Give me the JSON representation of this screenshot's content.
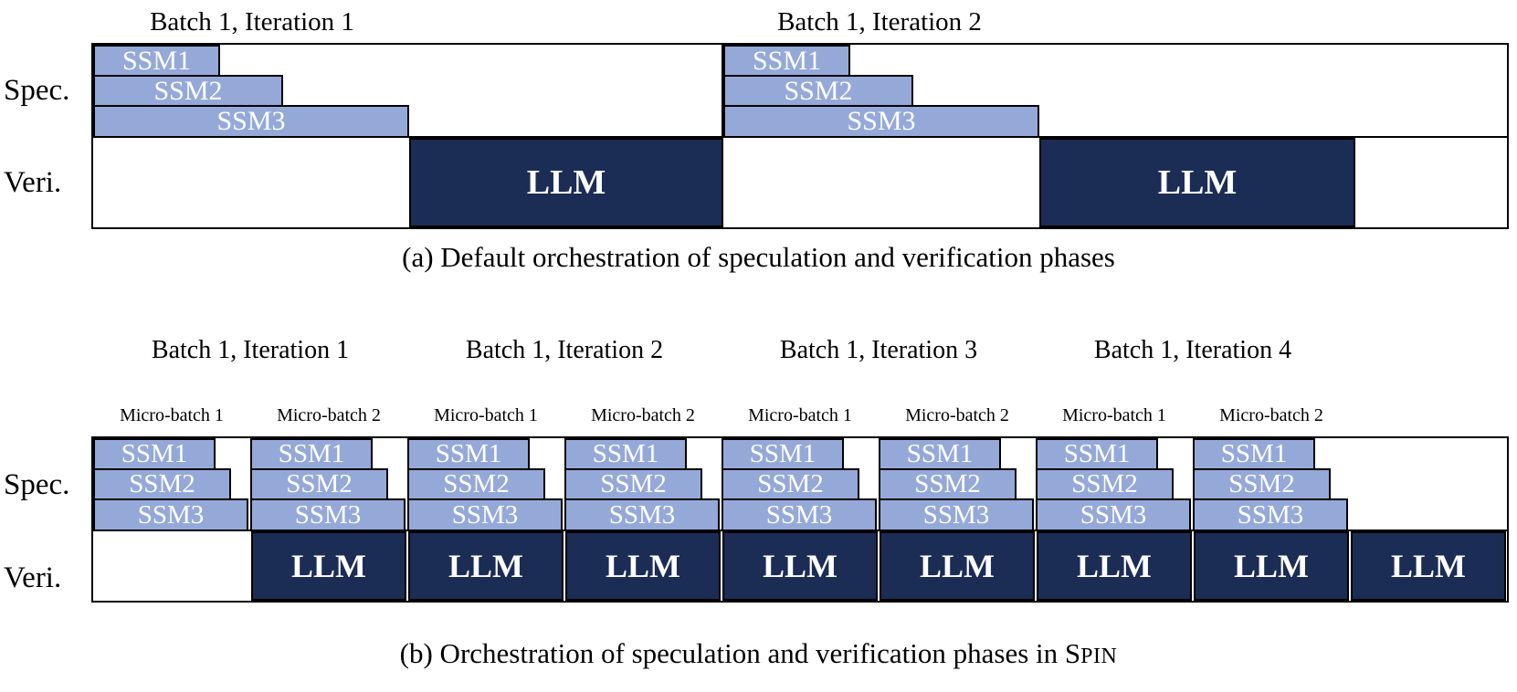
{
  "labels": {
    "spec": "Spec.",
    "veri": "Veri.",
    "llm": "LLM",
    "ssm": [
      "SSM1",
      "SSM2",
      "SSM3"
    ]
  },
  "colors": {
    "ssm_fill": "#95A9D9",
    "llm_fill": "#1B2C55",
    "border": "#000000",
    "bar_text": "#FFFFFF"
  },
  "figure_a": {
    "iterations": [
      {
        "title": "Batch 1, Iteration 1"
      },
      {
        "title": "Batch 1, Iteration 2"
      }
    ],
    "caption": "(a) Default orchestration of speculation and verification phases",
    "timing": {
      "ssm_rel_durations": [
        0.4,
        0.6,
        1.0
      ],
      "llm_rel_duration": 1.0,
      "llm_starts_after_ssm3": true
    }
  },
  "figure_b": {
    "iterations": [
      {
        "title": "Batch 1, Iteration 1",
        "micro_batches": [
          "Micro-batch 1",
          "Micro-batch 2"
        ]
      },
      {
        "title": "Batch 1, Iteration 2",
        "micro_batches": [
          "Micro-batch 1",
          "Micro-batch 2"
        ]
      },
      {
        "title": "Batch 1, Iteration 3",
        "micro_batches": [
          "Micro-batch 1",
          "Micro-batch 2"
        ]
      },
      {
        "title": "Batch 1, Iteration 4",
        "micro_batches": [
          "Micro-batch 1",
          "Micro-batch 2"
        ]
      }
    ],
    "caption_prefix": "(b) Orchestration of speculation and verification phases in S",
    "caption_smallcaps": "PIN",
    "timing": {
      "ssm_rel_durations": [
        0.78,
        0.88,
        1.0
      ],
      "pipeline_slots": 9,
      "ssm_columns": 8,
      "llm_slots": 8,
      "first_veri_slot_idle": true
    }
  }
}
